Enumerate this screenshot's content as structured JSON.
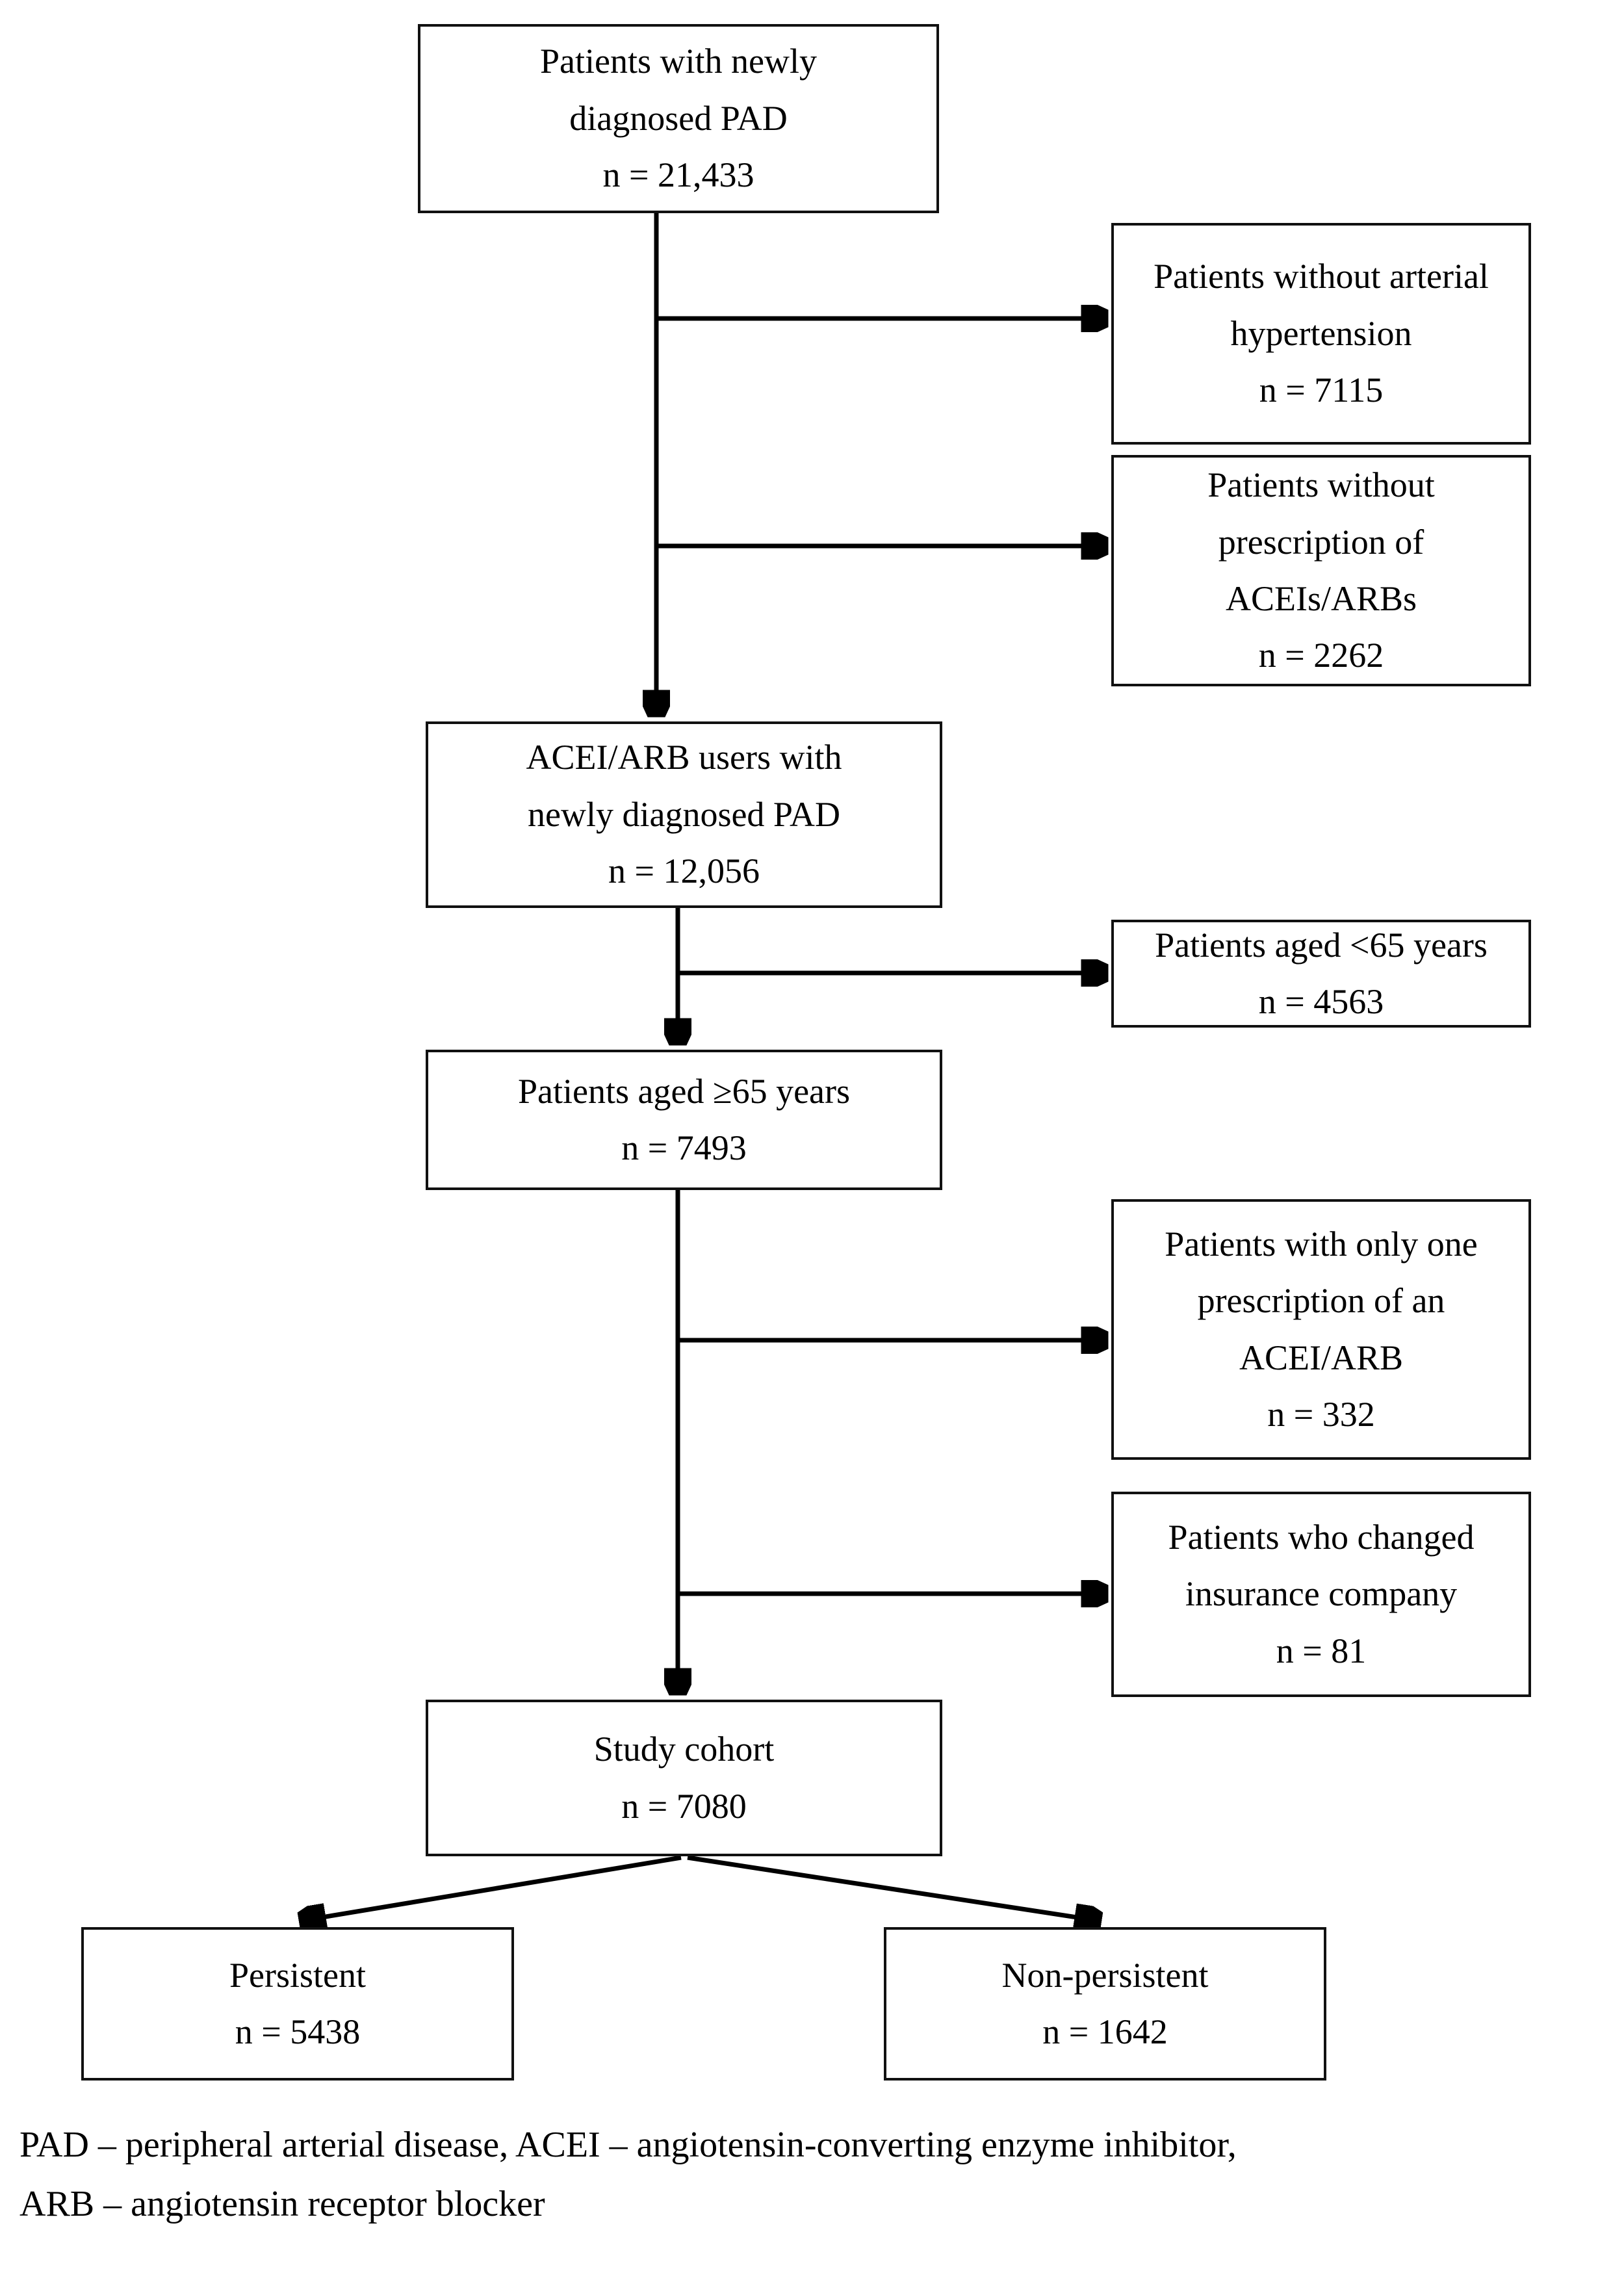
{
  "figure": {
    "type": "flowchart",
    "title": "Study cohort selection flow diagram",
    "accent_color": "#000000",
    "background_color": "#ffffff"
  },
  "nodes": {
    "pad": {
      "line1": "Patients with newly",
      "line2": "diagnosed PAD",
      "count": "n = 21,433"
    },
    "no_hypertension": {
      "line1": "Patients without arterial",
      "line2": "hypertension",
      "count": "n = 7115"
    },
    "no_prescription": {
      "line1": "Patients without",
      "line2": "prescription of",
      "line3": "ACEIs/ARBs",
      "count": "n = 2262"
    },
    "acei_arb_users": {
      "line1": "ACEI/ARB users with",
      "line2": "newly diagnosed PAD",
      "count": "n = 12,056"
    },
    "under_65": {
      "line1": "Patients aged <65 years",
      "count": "n = 4563"
    },
    "aged_65_plus": {
      "line1": "Patients aged ≥65 years",
      "count": "n = 7493"
    },
    "only_one_prescription": {
      "line1": "Patients with only one",
      "line2": "prescription of an",
      "line3": "ACEI/ARB",
      "count": "n = 332"
    },
    "changed_insurance": {
      "line1": "Patients who changed",
      "line2": "insurance company",
      "count": "n = 81"
    },
    "study_cohort": {
      "line1": "Study cohort",
      "count": "n = 7080"
    },
    "persistent": {
      "line1": "Persistent",
      "count": "n = 5438"
    },
    "non_persistent": {
      "line1": "Non-persistent",
      "count": "n = 1642"
    }
  },
  "footnote": {
    "line1": "PAD – peripheral arterial disease, ACEI – angiotensin-converting enzyme inhibitor,",
    "line2": "ARB – angiotensin receptor blocker"
  },
  "chart_data": {
    "type": "flowchart",
    "title": "Patient selection flow",
    "steps": [
      {
        "label": "Patients with newly diagnosed PAD",
        "n": 21433,
        "stage": "include"
      },
      {
        "label": "Patients without arterial hypertension",
        "n": 7115,
        "stage": "exclude"
      },
      {
        "label": "Patients without prescription of ACEIs/ARBs",
        "n": 2262,
        "stage": "exclude"
      },
      {
        "label": "ACEI/ARB users with newly diagnosed PAD",
        "n": 12056,
        "stage": "include"
      },
      {
        "label": "Patients aged <65 years",
        "n": 4563,
        "stage": "exclude"
      },
      {
        "label": "Patients aged ≥65 years",
        "n": 7493,
        "stage": "include"
      },
      {
        "label": "Patients with only one prescription of an ACEI/ARB",
        "n": 332,
        "stage": "exclude"
      },
      {
        "label": "Patients who changed insurance company",
        "n": 81,
        "stage": "exclude"
      },
      {
        "label": "Study cohort",
        "n": 7080,
        "stage": "include"
      },
      {
        "label": "Persistent",
        "n": 5438,
        "stage": "outcome"
      },
      {
        "label": "Non-persistent",
        "n": 1642,
        "stage": "outcome"
      }
    ]
  }
}
